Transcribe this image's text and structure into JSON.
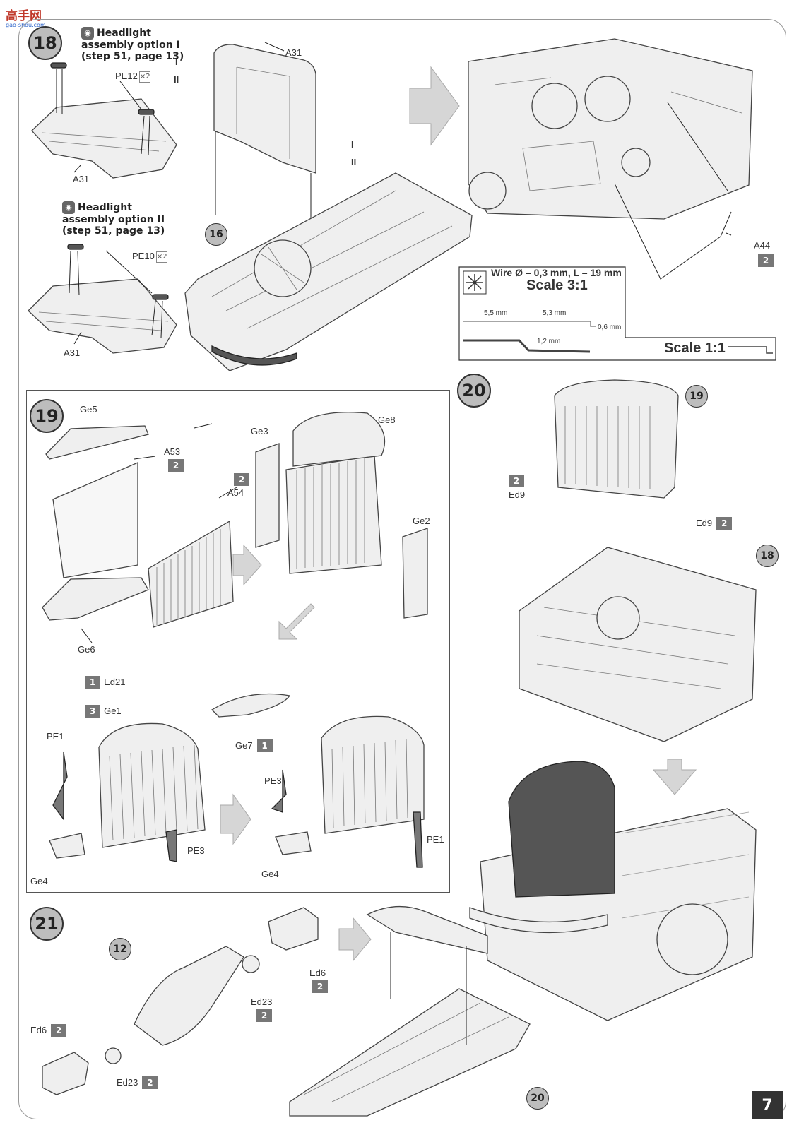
{
  "logo": {
    "text": "高手网",
    "sub": "gao-shou.com"
  },
  "page_number": "7",
  "steps": {
    "s18": "18",
    "s19": "19",
    "s20": "20",
    "s21": "21"
  },
  "refs": {
    "r16": "16",
    "r19": "19",
    "r18": "18",
    "r12": "12",
    "r20": "20"
  },
  "step18": {
    "option1": {
      "icon": "headlight-icon",
      "line1": "Headlight",
      "line2": "assembly option I",
      "line3": "(step 51, page 13)"
    },
    "option2": {
      "icon": "headlight-icon",
      "line1": "Headlight",
      "line2": "assembly option II",
      "line3": "(step 51, page 13)"
    },
    "labels": {
      "pe12": "PE12",
      "pe12_qty": "×2",
      "pe10": "PE10",
      "pe10_qty": "×2",
      "a31_a": "A31",
      "a31_b": "A31",
      "a31_c": "A31",
      "a44": "A44",
      "a44_sprue": "2",
      "opt_i": "I",
      "opt_ii": "II",
      "opt_i_r": "I",
      "opt_ii_r": "II"
    }
  },
  "wire": {
    "title": "Wire",
    "spec": "Ø – 0,3 mm, L – 19 mm",
    "scale_top": "Scale 3:1",
    "seg1": "5,5 mm",
    "seg2": "5,3 mm",
    "seg3": "0,6 mm",
    "seg4": "1,2 mm",
    "scale_bottom": "Scale 1:1"
  },
  "step19": {
    "ge5": "Ge5",
    "a53": "A53",
    "a53_sprue": "2",
    "a54": "A54",
    "a54_sprue": "2",
    "ge6": "Ge6",
    "ge3": "Ge3",
    "ge8": "Ge8",
    "ge2": "Ge2",
    "ed21": "Ed21",
    "ed21_sprue": "1",
    "ge1": "Ge1",
    "ge1_sprue": "3",
    "ge7": "Ge7",
    "ge7_sprue": "1",
    "pe1_a": "PE1",
    "pe3_a": "PE3",
    "ge4_a": "Ge4",
    "pe3_b": "PE3",
    "pe1_b": "PE1",
    "ge4_b": "Ge4"
  },
  "step20": {
    "ed9_a": "Ed9",
    "ed9_a_sprue": "2",
    "ed9_b": "Ed9",
    "ed9_b_sprue": "2"
  },
  "step21": {
    "ed6_a": "Ed6",
    "ed6_a_sprue": "2",
    "ed23_a": "Ed23",
    "ed23_a_sprue": "2",
    "ed6_b": "Ed6",
    "ed6_b_sprue": "2",
    "ed23_b": "Ed23",
    "ed23_b_sprue": "2"
  },
  "colors": {
    "frame": "#999999",
    "badge": "#bdbdbd",
    "sprue": "#777777",
    "arrow": "#d6d6d6",
    "radiator_dark": "#555555"
  }
}
